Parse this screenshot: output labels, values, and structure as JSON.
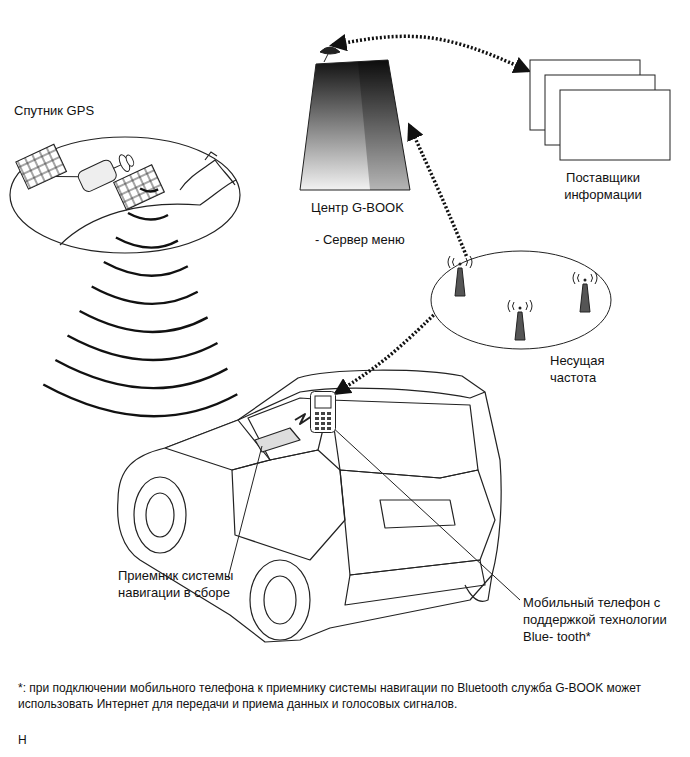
{
  "diagram": {
    "nodes": [
      {
        "text": [
          "Центр G-BOOK",
          "- Сервер меню"
        ]
      },
      {
        "text": [
          "Поставщики информации"
        ]
      },
      {
        "text": [
          "Несущая частота"
        ]
      },
      {
        "text": [
          "Мобильный телефон с поддержкой технологии Blue- tooth*"
        ]
      }
    ],
    "edges": [
      {
        "from": 0,
        "to": 1,
        "arrow": "both"
      },
      {
        "from": 2,
        "to": 0,
        "arrow": "to"
      },
      {
        "from": 2,
        "to": 3,
        "arrow": "to"
      }
    ],
    "labels": [
      "Спутник GPS",
      "Приемник системы навигации в сборе",
      "*: при подключении мобильного телефона к приемнику системы навигации по Bluetooth служба G-BOOK может использовать Интернет для передачи и приема данных и голосовых сигналов.",
      "H"
    ]
  }
}
